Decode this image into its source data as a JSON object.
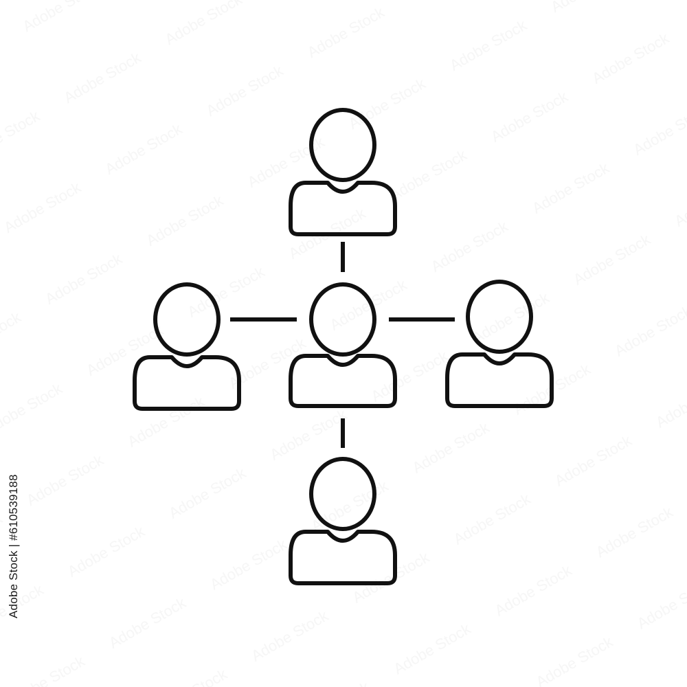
{
  "image": {
    "stock_id_text": "Adobe Stock | #610539188",
    "watermark_text": "Adobe Stock",
    "stroke_color": "#111111",
    "background_color": "#ffffff"
  },
  "icon": {
    "name": "organization-network-icon",
    "people": [
      {
        "role": "top"
      },
      {
        "role": "left"
      },
      {
        "role": "center"
      },
      {
        "role": "right"
      },
      {
        "role": "bottom"
      }
    ]
  }
}
